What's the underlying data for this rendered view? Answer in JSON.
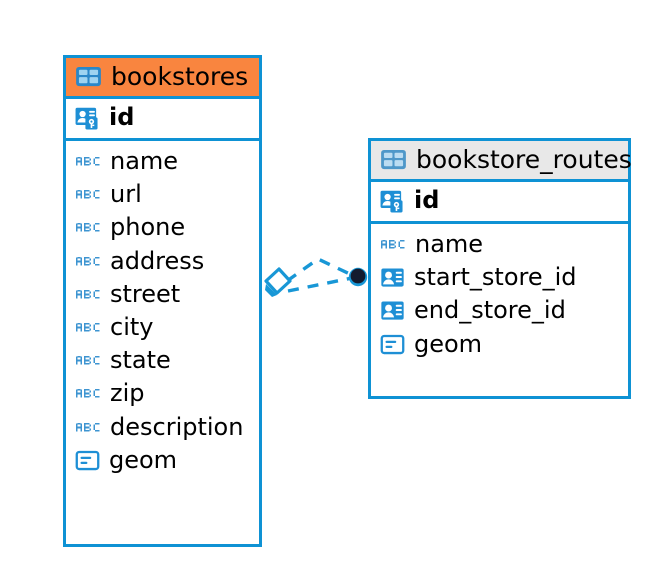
{
  "diagram": {
    "type": "entity-relationship-diagram",
    "background_color": "#FFFFFF",
    "accent_blue": "#0E92D4",
    "accent_orange": "#F9853F",
    "header_grey": "#E8E8E8"
  },
  "entities": [
    {
      "name": "bookstores",
      "header_style": "accent-orange",
      "primary_key": {
        "label": "id",
        "icon": "primary-key-icon"
      },
      "fields": [
        {
          "label": "name",
          "icon": "text-type-icon"
        },
        {
          "label": "url",
          "icon": "text-type-icon"
        },
        {
          "label": "phone",
          "icon": "text-type-icon"
        },
        {
          "label": "address",
          "icon": "text-type-icon"
        },
        {
          "label": "street",
          "icon": "text-type-icon"
        },
        {
          "label": "city",
          "icon": "text-type-icon"
        },
        {
          "label": "state",
          "icon": "text-type-icon"
        },
        {
          "label": "zip",
          "icon": "text-type-icon"
        },
        {
          "label": "description",
          "icon": "text-type-icon"
        },
        {
          "label": "geom",
          "icon": "geometry-type-icon"
        }
      ]
    },
    {
      "name": "bookstore_routes",
      "header_style": "accent-grey",
      "primary_key": {
        "label": "id",
        "icon": "primary-key-icon"
      },
      "fields": [
        {
          "label": "name",
          "icon": "text-type-icon"
        },
        {
          "label": "start_store_id",
          "icon": "foreign-key-icon"
        },
        {
          "label": "end_store_id",
          "icon": "foreign-key-icon"
        },
        {
          "label": "geom",
          "icon": "geometry-type-icon"
        }
      ]
    }
  ],
  "relationship": {
    "source_entity": "bookstores",
    "target_entity": "bookstore_routes",
    "line_style": "dashed",
    "line_color": "#1897D6",
    "source_marker": "diamond-outline-marker",
    "target_marker": "filled-circle-marker"
  }
}
